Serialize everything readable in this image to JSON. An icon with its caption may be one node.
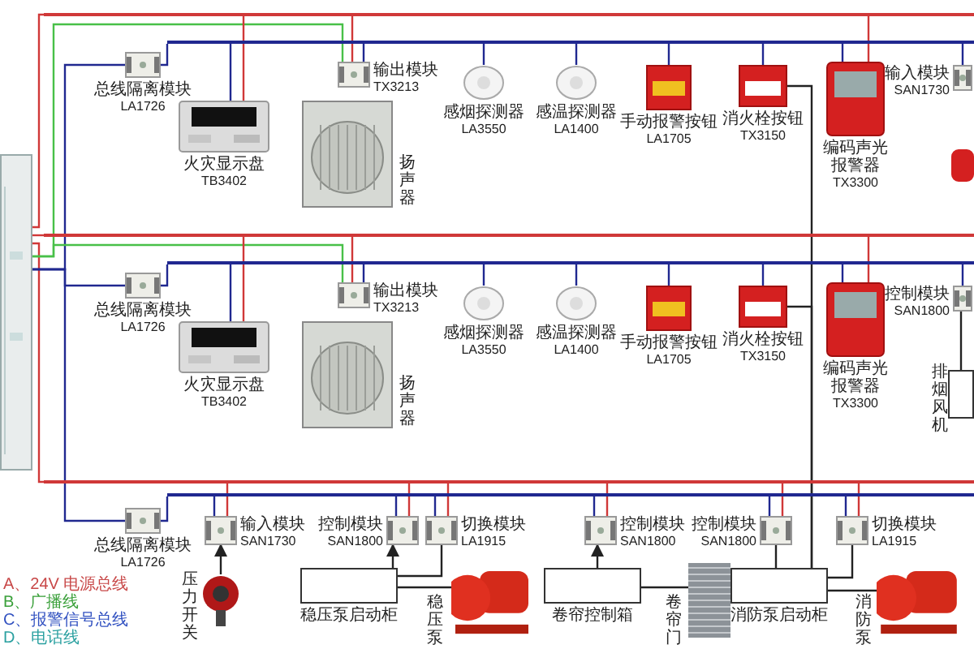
{
  "diagram": {
    "nodes": [
      {
        "text": [],
        "shape": "picture"
      },
      {
        "text": [
          "总线隔离模块",
          "LA1726"
        ]
      },
      {
        "text": [
          "火灾显示盘",
          "TB3402"
        ]
      },
      {
        "text": [
          "输出模块",
          "TX3213"
        ]
      },
      {
        "text": [],
        "shape": "picture",
        "beside": [
          "扬声器"
        ]
      },
      {
        "text": [
          "感烟探测器",
          "LA3550"
        ]
      },
      {
        "text": [
          "感温探测器",
          "LA1400"
        ]
      },
      {
        "text": [
          "手动报警按钮",
          "LA1705"
        ]
      },
      {
        "text": [
          "消火栓按钮",
          "TX3150"
        ]
      },
      {
        "text": [
          "编码声光报警器",
          "TX3300"
        ]
      },
      {
        "text": [
          "输入模块",
          "SAN1730"
        ]
      },
      {
        "text": [],
        "shape": "box"
      },
      {
        "text": [
          "总线隔离模块",
          "LA1726"
        ]
      },
      {
        "text": [
          "火灾显示盘",
          "TB3402"
        ]
      },
      {
        "text": [
          "输出模块",
          "TX3213"
        ]
      },
      {
        "text": [],
        "shape": "picture",
        "beside": [
          "扬声器"
        ]
      },
      {
        "text": [
          "感烟探测器",
          "LA3550"
        ]
      },
      {
        "text": [
          "感温探测器",
          "LA1400"
        ]
      },
      {
        "text": [
          "手动报警按钮",
          "LA1705"
        ]
      },
      {
        "text": [
          "消火栓按钮",
          "TX3150"
        ]
      },
      {
        "text": [
          "编码声光报警器",
          "TX3300"
        ]
      },
      {
        "text": [
          "控制模块",
          "SAN1800"
        ]
      },
      {
        "text": [],
        "shape": "box",
        "beside": [
          "排烟风机"
        ]
      },
      {
        "text": [
          "总线隔离模块",
          "LA1726"
        ]
      },
      {
        "text": [
          "输入模块",
          "SAN1730"
        ]
      },
      {
        "text": [],
        "shape": "picture",
        "beside": [
          "压力开关"
        ]
      },
      {
        "text": [
          "控制模块",
          "SAN1800"
        ]
      },
      {
        "text": [
          "切换模块",
          "LA1915"
        ]
      },
      {
        "text": [
          "稳压泵启动柜"
        ]
      },
      {
        "text": [],
        "shape": "picture",
        "beside": [
          "稳压泵"
        ]
      },
      {
        "text": [
          "控制模块",
          "SAN1800"
        ]
      },
      {
        "text": [
          "卷帘控制箱"
        ]
      },
      {
        "text": [],
        "shape": "picture",
        "beside": [
          "卷帘门"
        ]
      },
      {
        "text": [
          "控制模块",
          "SAN1800"
        ]
      },
      {
        "text": [
          "切换模块",
          "LA1915"
        ]
      },
      {
        "text": [
          "消防泵启动柜"
        ]
      },
      {
        "text": [],
        "shape": "picture",
        "beside": [
          "消防泵"
        ]
      },
      {
        "text": [],
        "shape": "bar"
      },
      {
        "text": [],
        "shape": "bar"
      },
      {
        "text": [],
        "shape": "bar"
      },
      {
        "text": [],
        "shape": "bar"
      },
      {
        "text": [],
        "shape": "bar"
      },
      {
        "text": [],
        "shape": "bar"
      }
    ],
    "edges": [
      {
        "from": 25,
        "to": 24,
        "arrow": "to",
        "color": "#222222"
      },
      {
        "from": 28,
        "to": 26,
        "arrow": "to",
        "color": "#222222"
      },
      {
        "from": 27,
        "to": 28,
        "arrow": "none",
        "color": "#222222"
      },
      {
        "from": 28,
        "to": 29,
        "arrow": "none",
        "color": "#222222"
      },
      {
        "from": 31,
        "to": 30,
        "arrow": "to",
        "color": "#222222"
      },
      {
        "from": 31,
        "to": 32,
        "arrow": "none",
        "color": "#222222"
      },
      {
        "from": 33,
        "to": 35,
        "arrow": "none",
        "color": "#222222"
      },
      {
        "from": 34,
        "to": 35,
        "arrow": "none",
        "color": "#222222"
      },
      {
        "from": 35,
        "to": 36,
        "arrow": "none",
        "color": "#222222"
      },
      {
        "from": 8,
        "to": 35,
        "arrow": "none",
        "color": "#222222"
      },
      {
        "from": 19,
        "to": 35,
        "arrow": "none",
        "color": "#222222"
      },
      {
        "from": 21,
        "to": 22,
        "arrow": "none",
        "color": "#222222"
      },
      {
        "from": 0,
        "to": 37,
        "arrow": "none",
        "color": "#d03838"
      },
      {
        "from": 0,
        "to": 39,
        "arrow": "none",
        "color": "#d03838"
      },
      {
        "from": 0,
        "to": 41,
        "arrow": "none",
        "color": "#d03838"
      },
      {
        "from": 0,
        "to": 1,
        "arrow": "none"
      },
      {
        "from": 0,
        "to": 12,
        "arrow": "none"
      },
      {
        "from": 0,
        "to": 23,
        "arrow": "none"
      },
      {
        "from": 1,
        "to": 38,
        "arrow": "none"
      },
      {
        "from": 12,
        "to": 40,
        "arrow": "none"
      },
      {
        "from": 23,
        "to": 42,
        "arrow": "none"
      },
      {
        "from": 0,
        "to": 3,
        "arrow": "none",
        "color": "#48c048"
      },
      {
        "from": 0,
        "to": 14,
        "arrow": "none",
        "color": "#48c048"
      },
      {
        "from": 38,
        "to": 2,
        "arrow": "none"
      },
      {
        "from": 38,
        "to": 3,
        "arrow": "none"
      },
      {
        "from": 38,
        "to": 5,
        "arrow": "none"
      },
      {
        "from": 38,
        "to": 6,
        "arrow": "none"
      },
      {
        "from": 38,
        "to": 7,
        "arrow": "none"
      },
      {
        "from": 38,
        "to": 8,
        "arrow": "none"
      },
      {
        "from": 38,
        "to": 9,
        "arrow": "none"
      },
      {
        "from": 38,
        "to": 10,
        "arrow": "none"
      },
      {
        "from": 37,
        "to": 2,
        "arrow": "none",
        "color": "#d03838"
      },
      {
        "from": 37,
        "to": 3,
        "arrow": "none",
        "color": "#d03838"
      },
      {
        "from": 37,
        "to": 9,
        "arrow": "none",
        "color": "#d03838"
      },
      {
        "from": 40,
        "to": 13,
        "arrow": "none"
      },
      {
        "from": 40,
        "to": 14,
        "arrow": "none"
      },
      {
        "from": 40,
        "to": 16,
        "arrow": "none"
      },
      {
        "from": 40,
        "to": 17,
        "arrow": "none"
      },
      {
        "from": 40,
        "to": 18,
        "arrow": "none"
      },
      {
        "from": 40,
        "to": 19,
        "arrow": "none"
      },
      {
        "from": 40,
        "to": 20,
        "arrow": "none"
      },
      {
        "from": 40,
        "to": 21,
        "arrow": "none"
      },
      {
        "from": 39,
        "to": 13,
        "arrow": "none",
        "color": "#d03838"
      },
      {
        "from": 39,
        "to": 14,
        "arrow": "none",
        "color": "#d03838"
      },
      {
        "from": 39,
        "to": 20,
        "arrow": "none",
        "color": "#d03838"
      },
      {
        "from": 42,
        "to": 24,
        "arrow": "none"
      },
      {
        "from": 42,
        "to": 26,
        "arrow": "none"
      },
      {
        "from": 42,
        "to": 27,
        "arrow": "none"
      },
      {
        "from": 42,
        "to": 30,
        "arrow": "none"
      },
      {
        "from": 42,
        "to": 33,
        "arrow": "none"
      },
      {
        "from": 42,
        "to": 34,
        "arrow": "none"
      },
      {
        "from": 41,
        "to": 24,
        "arrow": "none",
        "color": "#d03838"
      },
      {
        "from": 41,
        "to": 26,
        "arrow": "none",
        "color": "#d03838"
      },
      {
        "from": 41,
        "to": 27,
        "arrow": "none",
        "color": "#d03838"
      },
      {
        "from": 41,
        "to": 30,
        "arrow": "none",
        "color": "#d03838"
      },
      {
        "from": 41,
        "to": 33,
        "arrow": "none",
        "color": "#d03838"
      },
      {
        "from": 41,
        "to": 34,
        "arrow": "none",
        "color": "#d03838"
      }
    ],
    "labels": [
      "A、24V 电源总线",
      "B、广播线",
      "C、报警信号总线",
      "D、电话线"
    ]
  }
}
